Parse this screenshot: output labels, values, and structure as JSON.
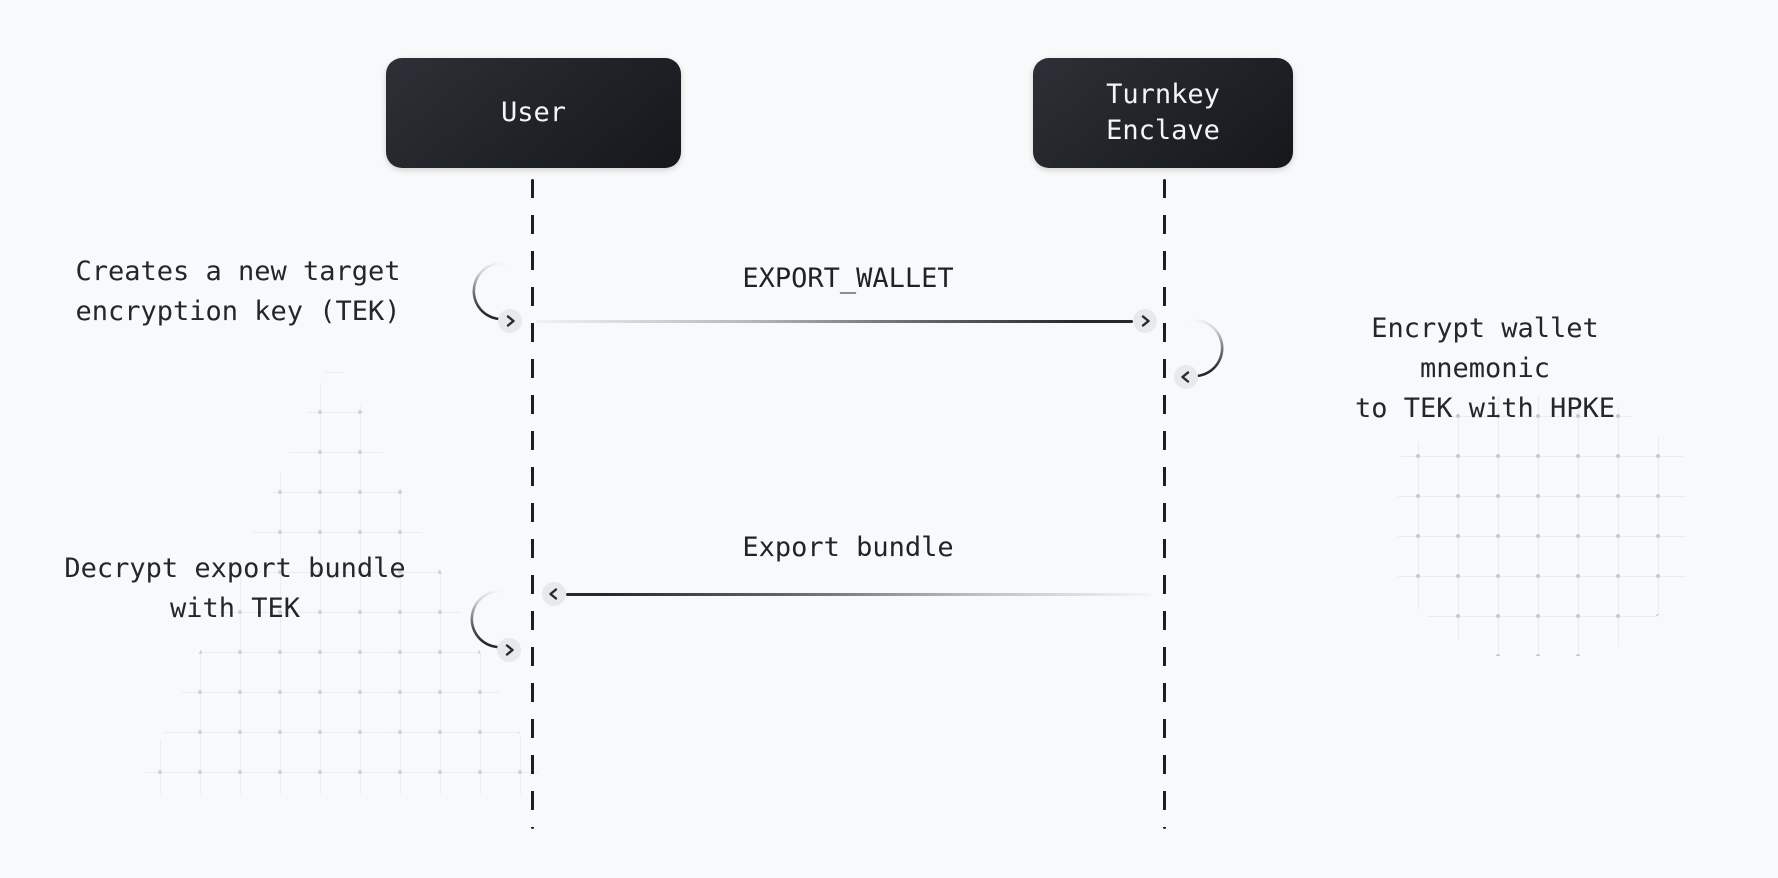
{
  "diagram": {
    "title_hint": "Wallet export sequence diagram",
    "actors": [
      {
        "id": "user",
        "label": "User"
      },
      {
        "id": "enclave",
        "label": "Turnkey\nEnclave"
      }
    ],
    "messages": [
      {
        "label": "EXPORT_WALLET",
        "from": "user",
        "to": "enclave",
        "arrow_head": "chevron-right"
      },
      {
        "label": "Export bundle",
        "from": "enclave",
        "to": "user",
        "arrow_head": "chevron-left"
      }
    ],
    "notes": [
      {
        "id": "user-create-tek",
        "text": "Creates a new target\nencryption key (TEK)",
        "side": "left"
      },
      {
        "id": "enclave-encrypt",
        "text": "Encrypt wallet mnemonic\nto TEK with HPKE",
        "side": "right"
      },
      {
        "id": "user-decrypt-bundle",
        "text": "Decrypt export bundle\nwith TEK",
        "side": "left"
      }
    ],
    "icons": [
      {
        "name": "chevron-right-icon",
        "meaning": "arrow head pointing right",
        "count": 3
      },
      {
        "name": "chevron-left-icon",
        "meaning": "arrow head pointing left",
        "count": 2
      }
    ],
    "colors": {
      "page_background": "#f8f9fb",
      "actor_box_dark_top": "#2d3036",
      "actor_box_dark_bottom": "#15171b",
      "actor_text": "#f4f5f7",
      "line_dark": "#24272c",
      "lifeline": "#1b1e23",
      "arrow_head_circle_fill": "#e7e9ed",
      "chevron": "#26292e",
      "note_text": "#23262b",
      "grid_dot": "#c2c5cd",
      "grid_line": "#dcdfe6"
    }
  }
}
